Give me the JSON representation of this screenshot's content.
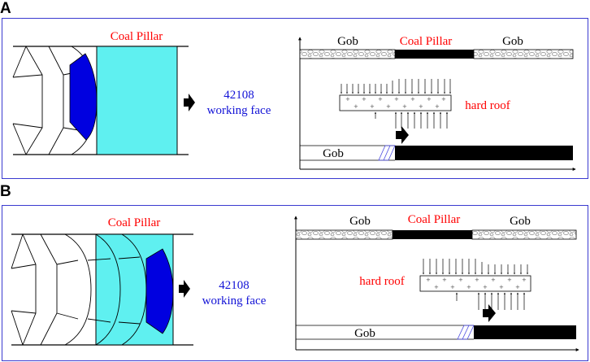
{
  "panels": [
    {
      "letter": "A",
      "left": {
        "pillar_label": "Coal Pillar",
        "face_id": "42108",
        "face_label": "working face"
      },
      "right": {
        "gob_left": "Gob",
        "pillar_label": "Coal Pillar",
        "gob_right": "Gob",
        "roof_label": "hard roof",
        "gob_bottom": "Gob"
      }
    },
    {
      "letter": "B",
      "left": {
        "pillar_label": "Coal Pillar",
        "face_id": "42108",
        "face_label": "working face"
      },
      "right": {
        "gob_left": "Gob",
        "pillar_label": "Coal Pillar",
        "gob_right": "Gob",
        "roof_label": "hard roof",
        "gob_bottom": "Gob"
      }
    }
  ],
  "colors": {
    "frame": "#3a3ad0",
    "pillar_fill": "#5ff0f0",
    "zone_fill": "#0000e0",
    "label_red": "#ff0000",
    "label_blue": "#1212d6",
    "coal": "#000000"
  }
}
